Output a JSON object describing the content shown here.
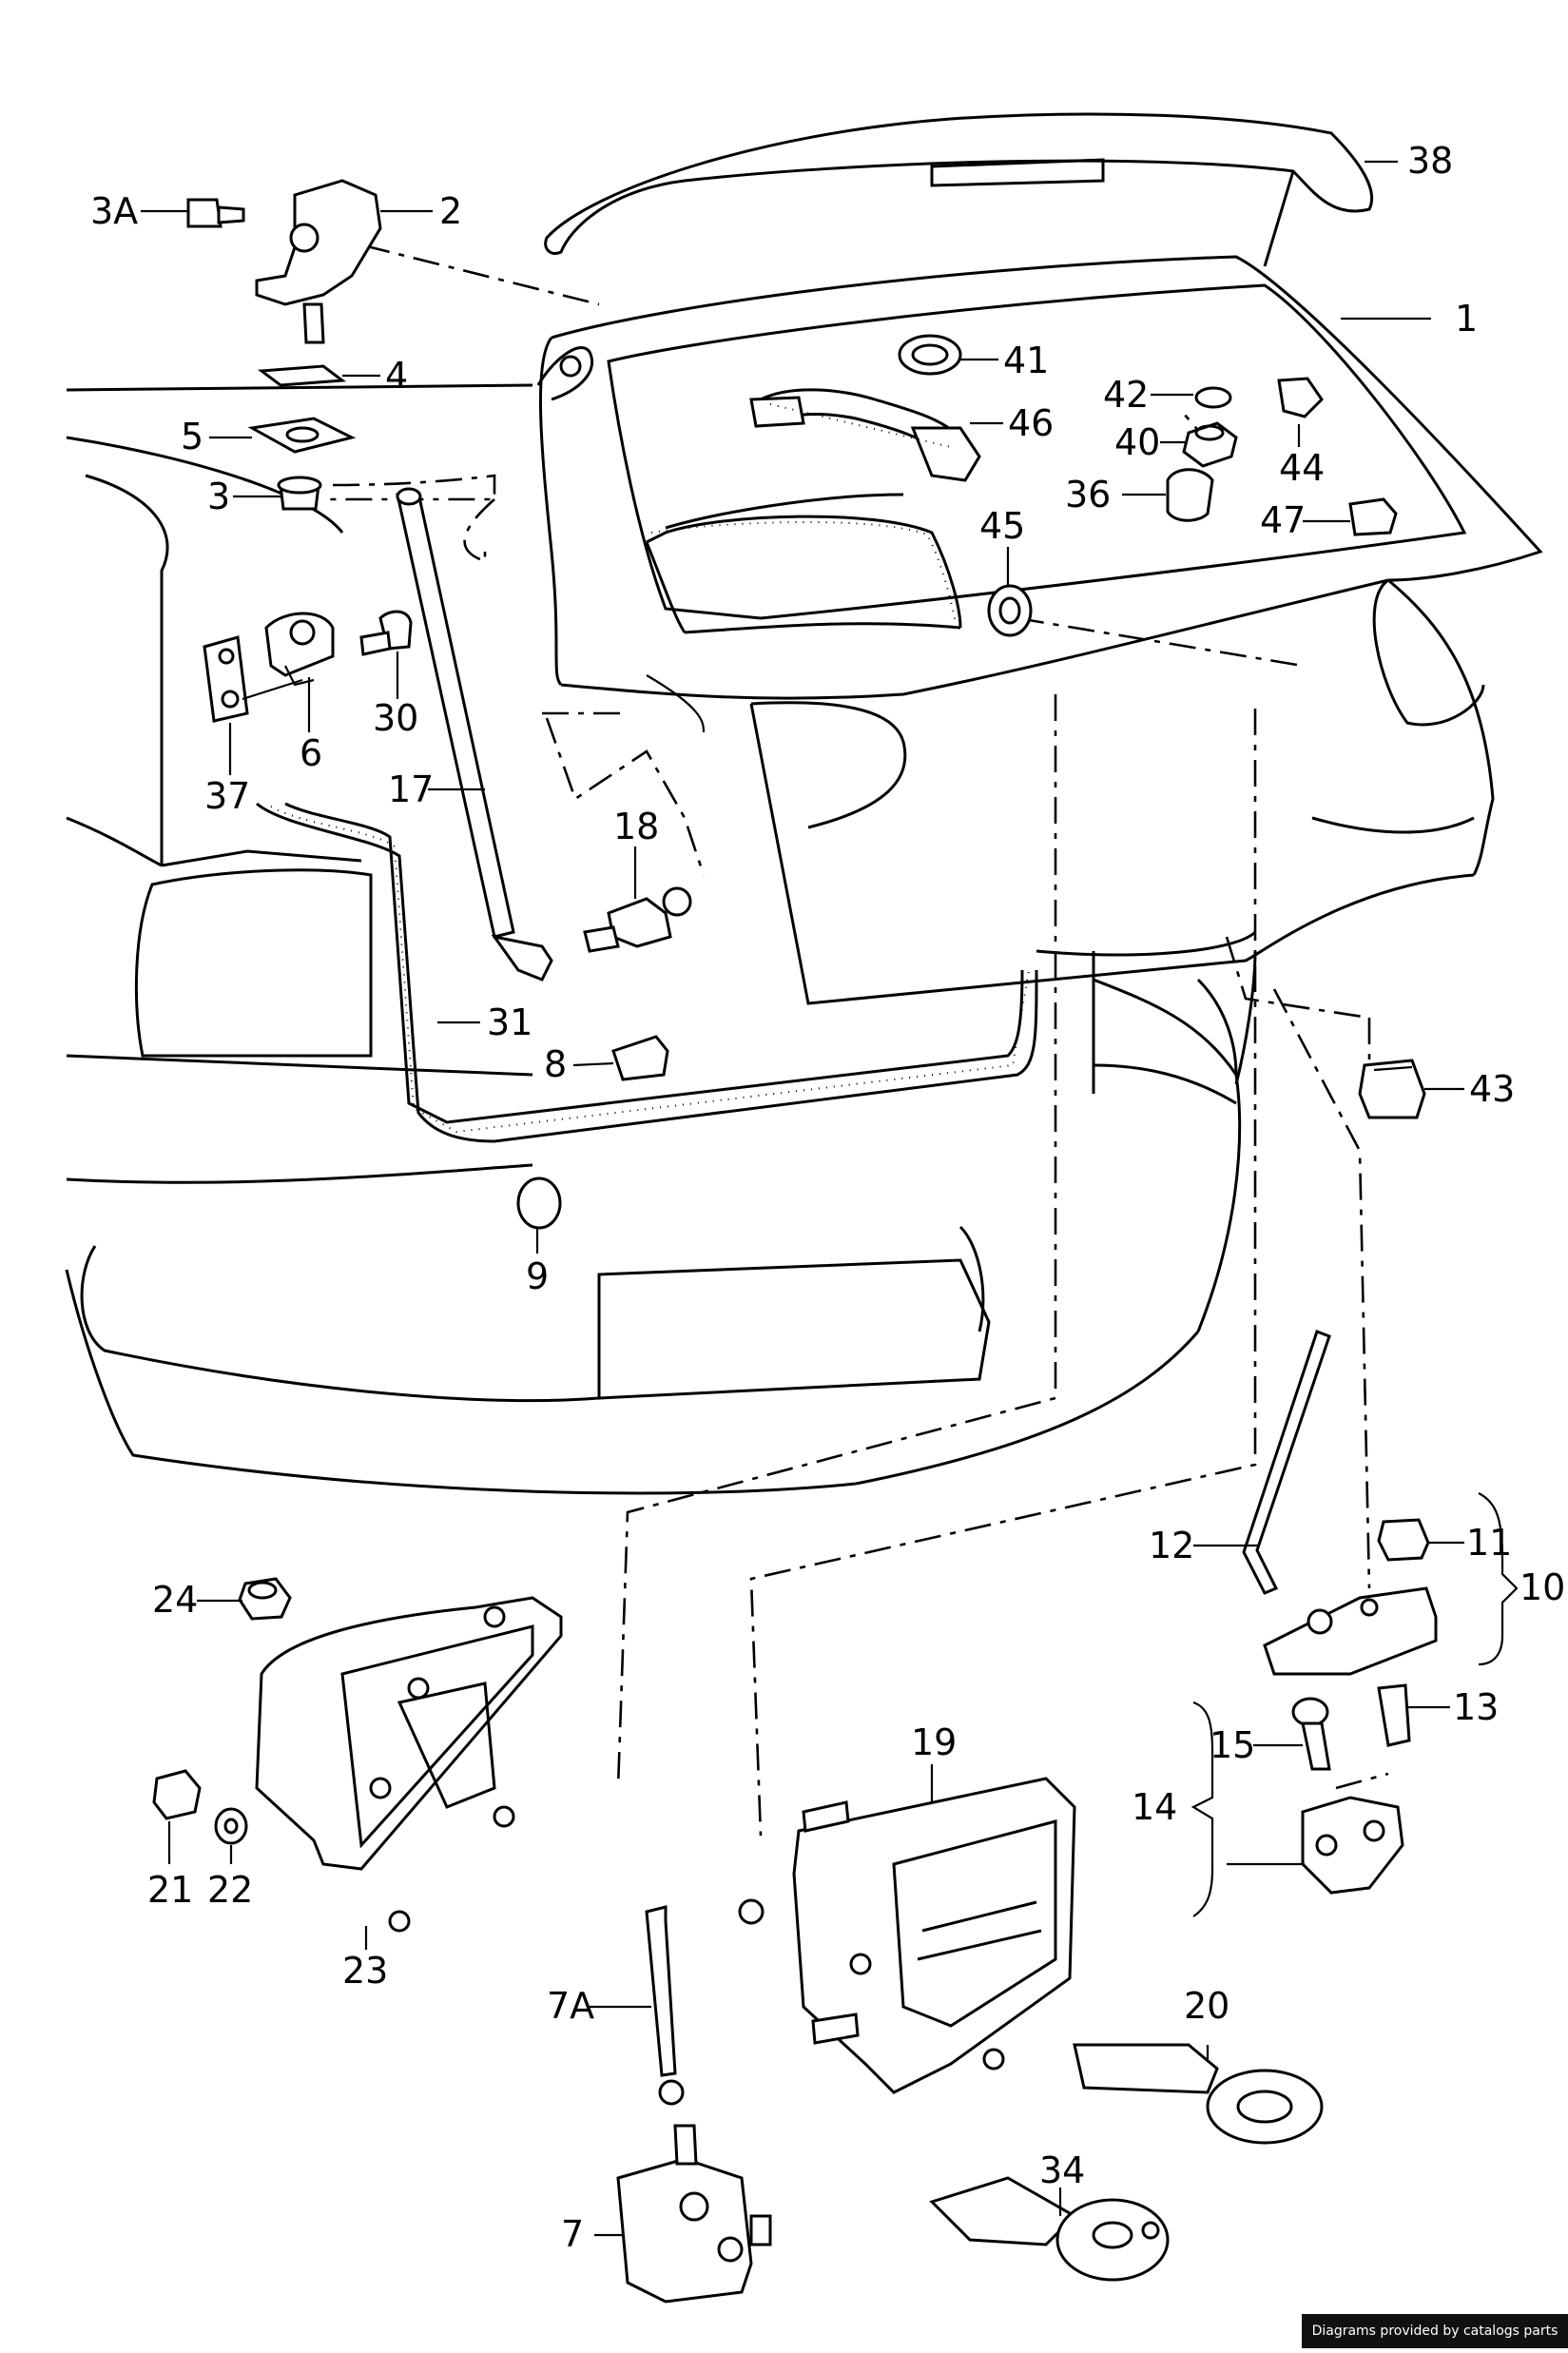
{
  "credit": "Diagrams provided by catalogs parts",
  "labels": {
    "l3A": "3A",
    "l2": "2",
    "l38": "38",
    "l1": "1",
    "l4": "4",
    "l5": "5",
    "l3": "3",
    "l41": "41",
    "l46": "46",
    "l42": "42",
    "l40": "40",
    "l44": "44",
    "l36": "36",
    "l47": "47",
    "l45": "45",
    "l30": "30",
    "l6": "6",
    "l37": "37",
    "l17": "17",
    "l18": "18",
    "l31": "31",
    "l8": "8",
    "l9": "9",
    "l43": "43",
    "l24": "24",
    "l12": "12",
    "l11": "11",
    "l10": "10",
    "l13": "13",
    "l15": "15",
    "l14": "14",
    "l19": "19",
    "l21": "21",
    "l22": "22",
    "l23": "23",
    "l7A": "7A",
    "l20": "20",
    "l34": "34",
    "l7": "7"
  }
}
